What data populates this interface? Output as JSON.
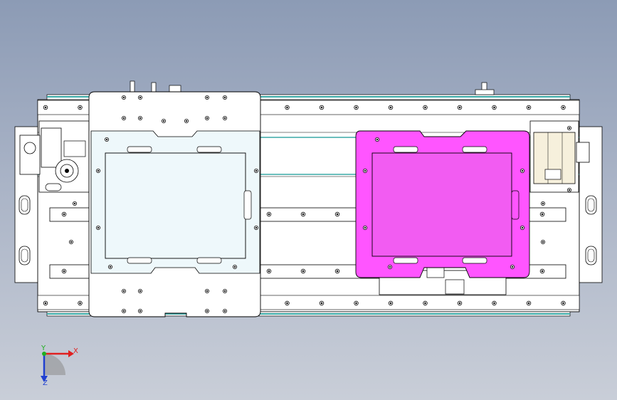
{
  "viewport": {
    "background_top": "#8c9bb5",
    "background_bottom": "#c9ced8"
  },
  "colors": {
    "outline": "#000000",
    "frame_fill": "#ffffff",
    "rail_fill": "#ffffff",
    "teal_strip": "#3aa9a6",
    "left_fixture_fill": "#ffffff",
    "left_fixture_window": "#eef8fb",
    "right_fixture_fill": "#ff55ff",
    "right_fixture_window": "#f25cf2",
    "motor_fill": "#f6f0dc",
    "hole_fill": "#000000"
  },
  "triad": {
    "x_label": "X",
    "y_label": "Y",
    "z_label": "Z",
    "x_color": "#e02020",
    "y_color": "#20b020",
    "z_color": "#2040d0"
  }
}
